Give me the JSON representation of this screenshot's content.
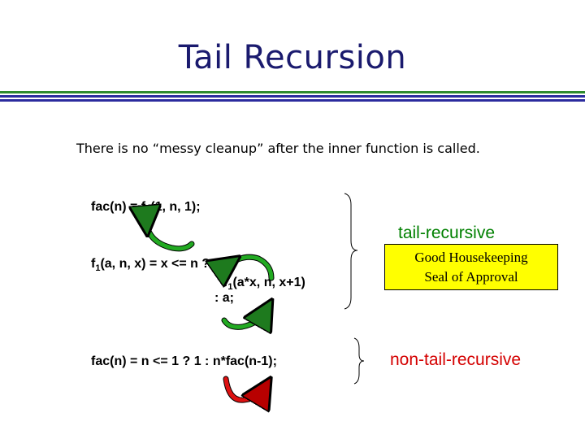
{
  "title": "Tail Recursion",
  "subtitle": "There is no “messy cleanup” after the inner function is called.",
  "code": {
    "fac_tail": {
      "prefix": "fac(n) = f",
      "sub": "1",
      "suffix": "(1, n, 1);"
    },
    "f1_def": {
      "prefix": "f",
      "sub": "1",
      "suffix": "(a, n, x) = x <= n ?"
    },
    "f1_call": {
      "prefix": "f",
      "sub": "1",
      "suffix": "(a*x, n, x+1)"
    },
    "f1_else": ": a;",
    "fac_nontail": "fac(n) = n <= 1 ? 1 : n*fac(n-1);"
  },
  "labels": {
    "tail": "tail-recursive",
    "nontail": "non-tail-recursive"
  },
  "seal": {
    "line1": "Good Housekeeping",
    "line2": "Seal of Approval"
  },
  "colors": {
    "title": "#1a1a6e",
    "rule_green": "#2e8b2e",
    "rule_blue": "#2b2b9e",
    "tail": "#008000",
    "nontail": "#d40000",
    "seal_bg": "#ffff00",
    "arrow_green": "#22aa22",
    "arrow_red": "#dd1111"
  }
}
